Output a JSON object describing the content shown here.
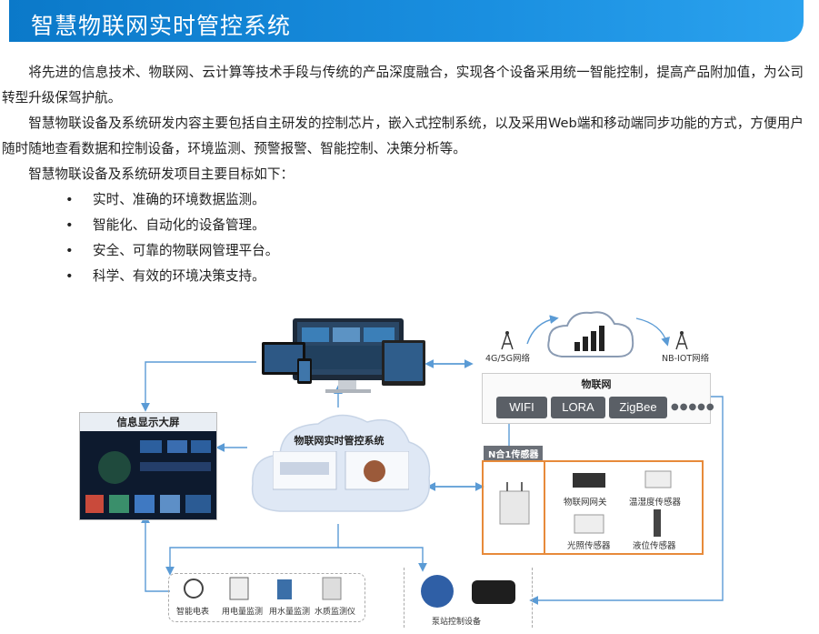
{
  "header": {
    "title": "智慧物联网实时管控系统"
  },
  "intro": {
    "paragraphs": [
      "将先进的信息技术、物联网、云计算等技术手段与传统的产品深度融合，实现各个设备采用统一智能控制，提高产品附加值，为公司转型升级保驾护航。",
      "智慧物联设备及系统研发内容主要包括自主研发的控制芯片，嵌入式控制系统，以及采用Web端和移动端同步功能的方式，方便用户随时随地查看数据和控制设备，环境监测、预警报警、智能控制、决策分析等。",
      "智慧物联设备及系统研发项目主要目标如下："
    ],
    "bullets": [
      "实时、准确的环境数据监测。",
      "智能化、自动化的设备管理。",
      "安全、可靠的物联网管理平台。",
      "科学、有效的环境决策支持。"
    ],
    "bullet_symbol": "•"
  },
  "diagram": {
    "big_screen_title": "信息显示大屏",
    "cloud_title": "物联网实时管控系统",
    "network_left": "4G/5G网络",
    "network_right": "NB-IOT网络",
    "iot_title": "物联网",
    "protocols": [
      "WIFI",
      "LORA",
      "ZigBee"
    ],
    "sensor_tag": "N合1传感器",
    "sensors": [
      "物联网网关",
      "温湿度传感器",
      "光照传感器",
      "液位传感器"
    ],
    "meters": [
      "智能电表",
      "用电量监测",
      "用水量监测",
      "水质监测仪"
    ],
    "pool_device_label": "泵站控制设备",
    "colors": {
      "accent": "#1a8fe0",
      "orange": "#e78a3a",
      "line": "#5b9bd5"
    }
  }
}
